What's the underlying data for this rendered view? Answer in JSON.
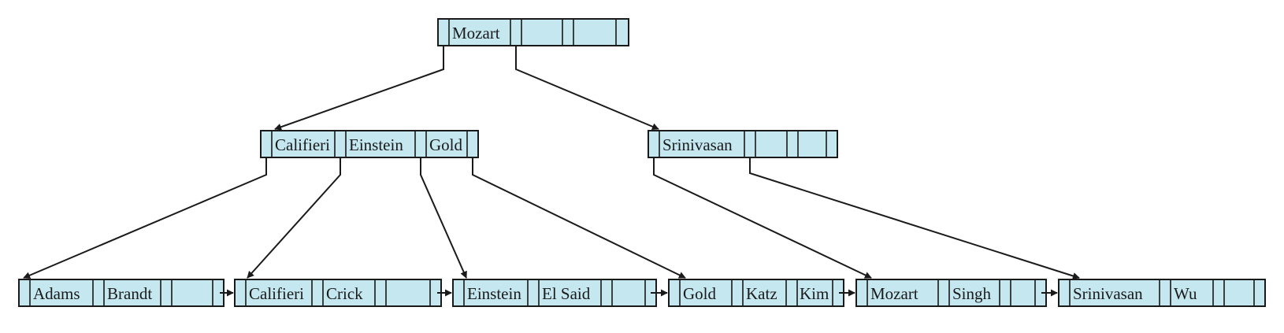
{
  "colors": {
    "node_fill": "#c4e7f0",
    "stroke": "#1a1a1a",
    "background": "#ffffff"
  },
  "tree": {
    "root": {
      "keys": [
        "Mozart",
        "",
        ""
      ]
    },
    "internal": [
      {
        "keys": [
          "Califieri",
          "Einstein",
          "Gold"
        ]
      },
      {
        "keys": [
          "Srinivasan",
          "",
          ""
        ]
      }
    ],
    "leaves": [
      {
        "keys": [
          "Adams",
          "Brandt",
          ""
        ]
      },
      {
        "keys": [
          "Califieri",
          "Crick",
          ""
        ]
      },
      {
        "keys": [
          "Einstein",
          "El Said",
          ""
        ]
      },
      {
        "keys": [
          "Gold",
          "Katz",
          "Kim"
        ]
      },
      {
        "keys": [
          "Mozart",
          "Singh",
          ""
        ]
      },
      {
        "keys": [
          "Srinivasan",
          "Wu",
          ""
        ]
      }
    ]
  }
}
